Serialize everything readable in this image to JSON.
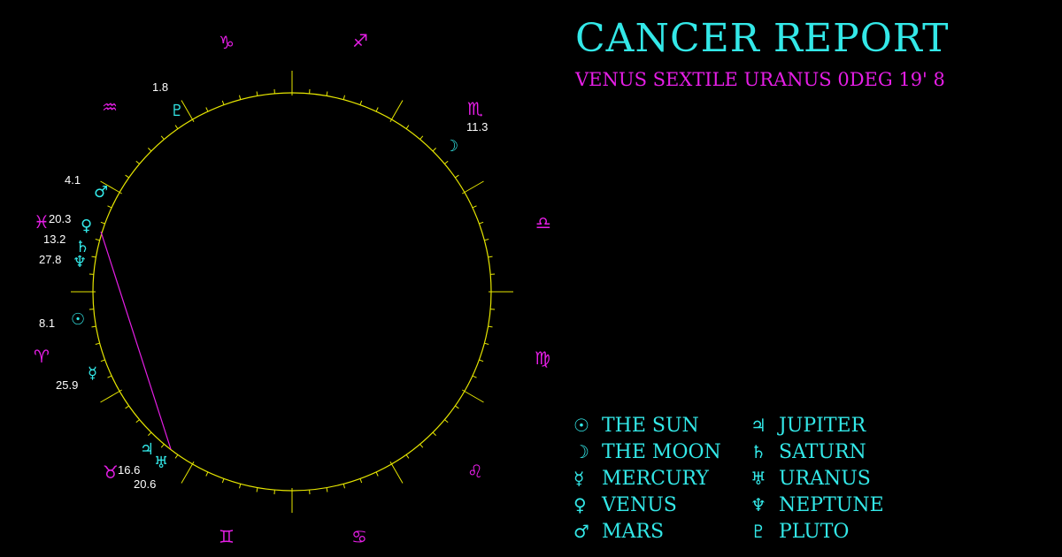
{
  "header": {
    "title": "CANCER REPORT",
    "subtitle": "VENUS SEXTILE URANUS 0DEG 19' 8"
  },
  "colors": {
    "accent": "#33e8e8",
    "zodiac": "#e61ee6",
    "ring": "#e6e600",
    "aspect_line": "#e61ee6",
    "background": "#000000"
  },
  "zodiac_signs": [
    {
      "name": "capricorn-icon",
      "glyph": "♑"
    },
    {
      "name": "sagittarius-icon",
      "glyph": "♐"
    },
    {
      "name": "scorpio-icon",
      "glyph": "♏"
    },
    {
      "name": "libra-icon",
      "glyph": "♎"
    },
    {
      "name": "virgo-icon",
      "glyph": "♍"
    },
    {
      "name": "leo-icon",
      "glyph": "♌"
    },
    {
      "name": "cancer-icon",
      "glyph": "♋"
    },
    {
      "name": "gemini-icon",
      "glyph": "♊"
    },
    {
      "name": "taurus-icon",
      "glyph": "♉"
    },
    {
      "name": "aries-icon",
      "glyph": "♈"
    },
    {
      "name": "pisces-icon",
      "glyph": "♓"
    },
    {
      "name": "aquarius-icon",
      "glyph": "♒"
    }
  ],
  "planets": [
    {
      "name": "pluto-icon",
      "glyph": "♇",
      "degree": "1.8"
    },
    {
      "name": "moon-icon",
      "glyph": "☽",
      "degree": "11.3"
    },
    {
      "name": "mars-icon",
      "glyph": "♂",
      "degree": "4.1"
    },
    {
      "name": "venus-icon",
      "glyph": "♀",
      "degree": "20.3"
    },
    {
      "name": "saturn-icon",
      "glyph": "♄",
      "degree": "13.2"
    },
    {
      "name": "neptune-icon",
      "glyph": "♆",
      "degree": "27.8"
    },
    {
      "name": "sun-icon",
      "glyph": "☉",
      "degree": "8.1"
    },
    {
      "name": "mercury-icon",
      "glyph": "☿",
      "degree": "25.9"
    },
    {
      "name": "jupiter-icon",
      "glyph": "♃",
      "degree": "16.6"
    },
    {
      "name": "uranus-icon",
      "glyph": "♅",
      "degree": "20.6"
    }
  ],
  "legend": [
    {
      "name": "sun-icon",
      "glyph": "☉",
      "label": "THE SUN"
    },
    {
      "name": "jupiter-icon",
      "glyph": "♃",
      "label": "JUPITER"
    },
    {
      "name": "moon-icon",
      "glyph": "☽",
      "label": "THE MOON"
    },
    {
      "name": "saturn-icon",
      "glyph": "♄",
      "label": "SATURN"
    },
    {
      "name": "mercury-icon",
      "glyph": "☿",
      "label": "MERCURY"
    },
    {
      "name": "uranus-icon",
      "glyph": "♅",
      "label": "URANUS"
    },
    {
      "name": "venus-icon",
      "glyph": "♀",
      "label": "VENUS"
    },
    {
      "name": "neptune-icon",
      "glyph": "♆",
      "label": "NEPTUNE"
    },
    {
      "name": "mars-icon",
      "glyph": "♂",
      "label": "MARS"
    },
    {
      "name": "pluto-icon",
      "glyph": "♇",
      "label": "PLUTO"
    }
  ]
}
